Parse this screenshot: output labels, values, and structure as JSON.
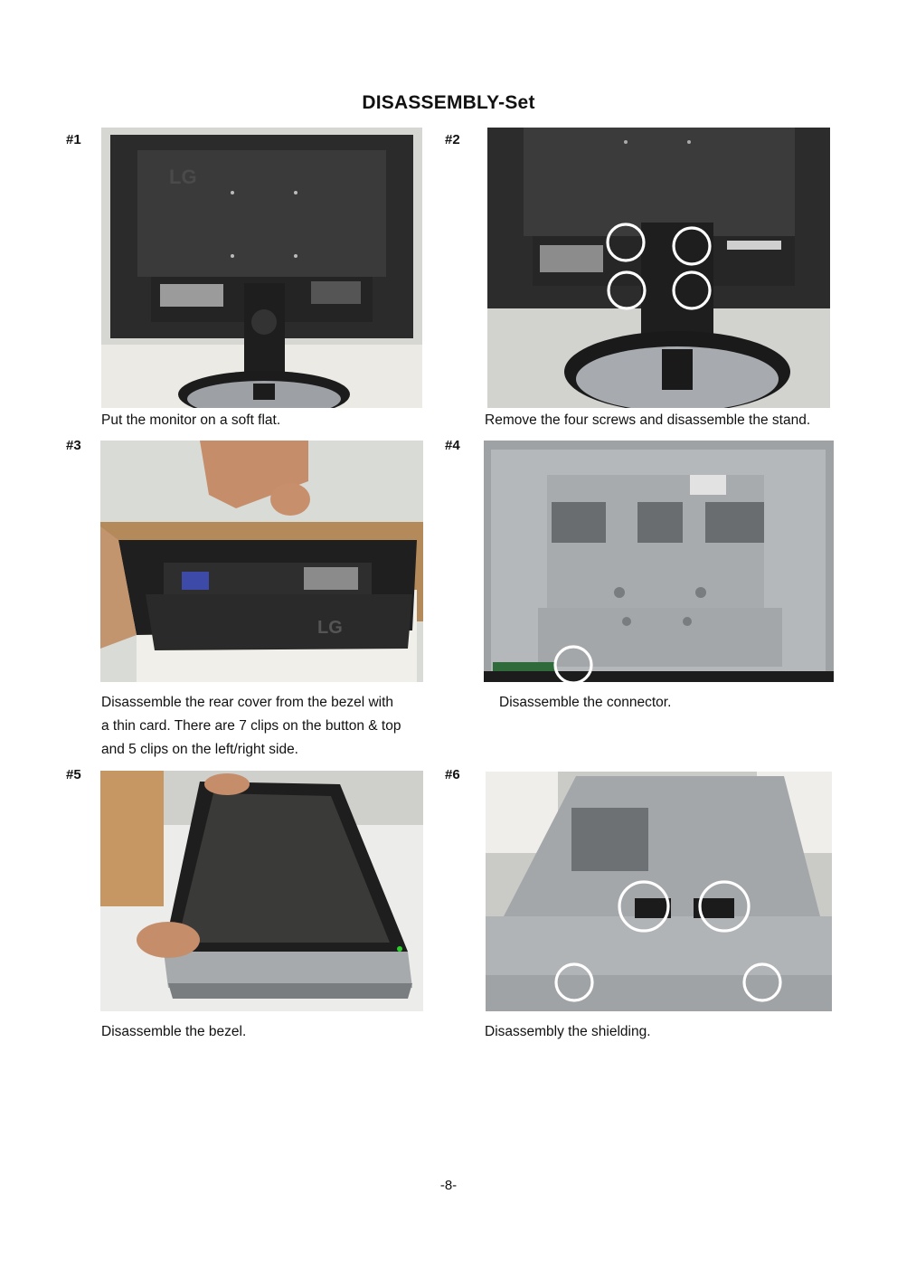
{
  "page": {
    "title": "DISASSEMBLY-Set",
    "page_number": "-8-"
  },
  "steps": [
    {
      "label": "#1",
      "caption": "Put the monitor on a soft flat.",
      "photo_icon": "monitor-back-photo"
    },
    {
      "label": "#2",
      "caption": "Remove the four screws and disassemble the stand.",
      "photo_icon": "stand-screws-photo"
    },
    {
      "label": "#3",
      "caption_lines": [
        "Disassemble the rear cover from the bezel with",
        "a thin card. There are 7 clips on the button & top",
        "and 5 clips on the left/right side."
      ],
      "photo_icon": "rear-cover-removal-photo"
    },
    {
      "label": "#4",
      "caption": "Disassemble the connector.",
      "photo_icon": "chassis-connector-photo"
    },
    {
      "label": "#5",
      "caption": "Disassemble the bezel.",
      "photo_icon": "bezel-removal-photo"
    },
    {
      "label": "#6",
      "caption": "Disassembly the shielding.",
      "photo_icon": "shielding-photo"
    }
  ],
  "photo_logo_text": "LG",
  "colors": {
    "marker": "#ffffff",
    "monitor_black": "#2a2a2a",
    "metal": "#a9adb0"
  }
}
